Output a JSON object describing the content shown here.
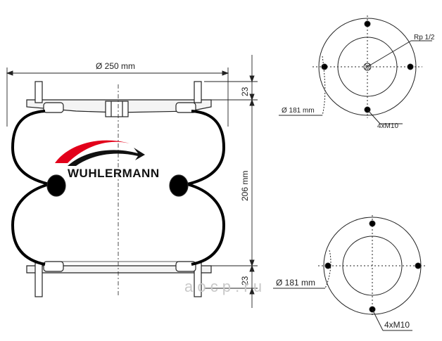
{
  "side_view": {
    "diameter_label": "Ø 250 mm",
    "top_plate_label": "23",
    "height_label": "206 mm",
    "bottom_plate_label": "23"
  },
  "top_flange": {
    "port_label": "Rp 1/2",
    "bolt_circle_label": "Ø 181 mm",
    "bolts_label": "4xM10"
  },
  "bottom_flange": {
    "bolt_circle_label": "Ø 181 mm",
    "bolts_label": "4xM10"
  },
  "brand": {
    "name": "WUHLERMANN",
    "colors": {
      "primary": "#e2001a",
      "dark": "#111111"
    }
  },
  "watermark": {
    "text": "a o c p . r u"
  }
}
